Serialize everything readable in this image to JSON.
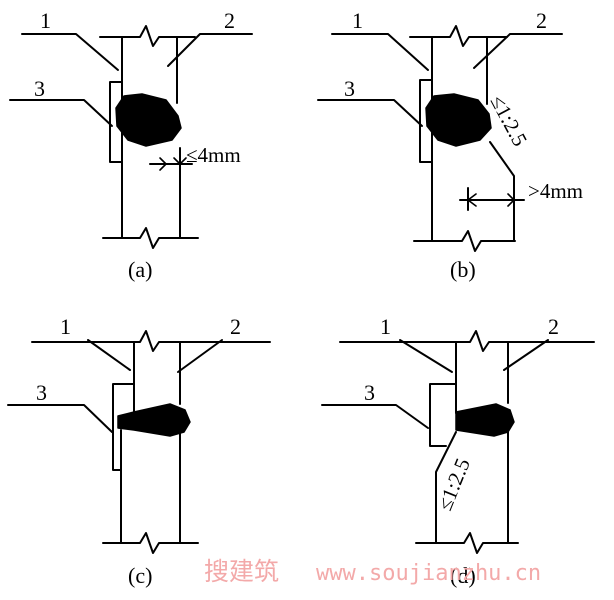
{
  "diagrams": [
    {
      "id": "a",
      "caption": "(a)",
      "labels": {
        "part1": "1",
        "part2": "2",
        "part3": "3"
      },
      "dimension": "≤4mm"
    },
    {
      "id": "b",
      "caption": "(b)",
      "labels": {
        "part1": "1",
        "part2": "2",
        "part3": "3"
      },
      "slope": "≤1:2.5",
      "dimension": ">4mm"
    },
    {
      "id": "c",
      "caption": "(c)",
      "labels": {
        "part1": "1",
        "part2": "2",
        "part3": "3"
      }
    },
    {
      "id": "d",
      "caption": "(d)",
      "labels": {
        "part1": "1",
        "part2": "2",
        "part3": "3"
      },
      "slope": "≤1:2.5"
    }
  ],
  "watermark": {
    "brand": "搜建筑",
    "url": "www.soujianzhu.cn",
    "color": "#f3a9a9"
  }
}
